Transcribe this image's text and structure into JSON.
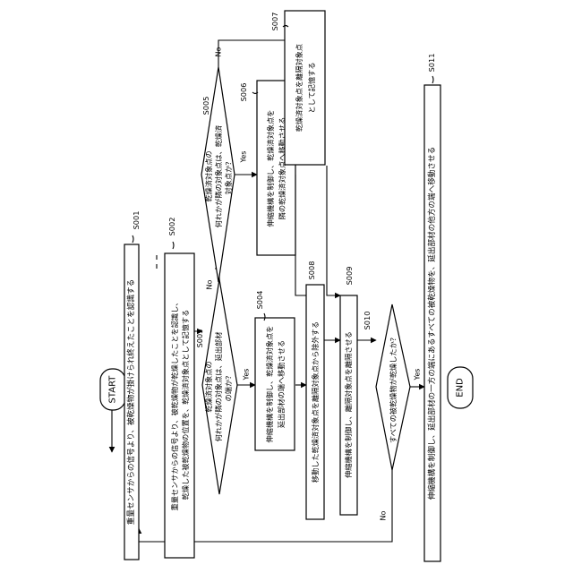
{
  "start": "START",
  "end": "END",
  "yes": "Yes",
  "no": "No",
  "s001": {
    "id": "S001",
    "line1": "重量センサからの信号より、被乾燥物が掛けられ終えたことを認識する"
  },
  "s002": {
    "id": "S002",
    "line1": "重量センサからの信号より、被乾燥物が乾燥したことを認識し、",
    "line2": "乾燥した被乾燥物の位置を、乾燥済対象点として記憶する"
  },
  "s003": {
    "id": "S003",
    "line1": "乾燥済対象点の",
    "line2": "何れかが隣の対象点は、延出部材",
    "line3": "の端か？"
  },
  "s004": {
    "id": "S004",
    "line1": "伸縮機構を制御し、乾燥済対象点を",
    "line2": "延出部材の端へ移動させる"
  },
  "s005": {
    "id": "S005",
    "line1": "乾燥済対象点の",
    "line2": "何れかが隣の対象点は、乾燥済",
    "line3": "対象点か？"
  },
  "s006": {
    "id": "S006",
    "line1": "伸縮機構を制御し、乾燥済対象点を",
    "line2": "隣の乾燥済対象点へ移動させる"
  },
  "s007": {
    "id": "S007",
    "line1": "乾燥済対象点を離隔対象点",
    "line2": "として記憶する"
  },
  "s008": {
    "id": "S008",
    "line1": "移動した乾燥済対象点を離隔対象点から除外する"
  },
  "s009": {
    "id": "S009",
    "line1": "伸縮機構を制御し、離隔対象点を離隔させる"
  },
  "s010": {
    "id": "S010",
    "line1": "すべての被乾燥物が乾燥したか？"
  },
  "s011": {
    "id": "S011",
    "line1": "伸縮機構を制御し、延出部材の一方の端にあるすべての被乾燥物を、延出部材の他方の端へ移動させる"
  }
}
